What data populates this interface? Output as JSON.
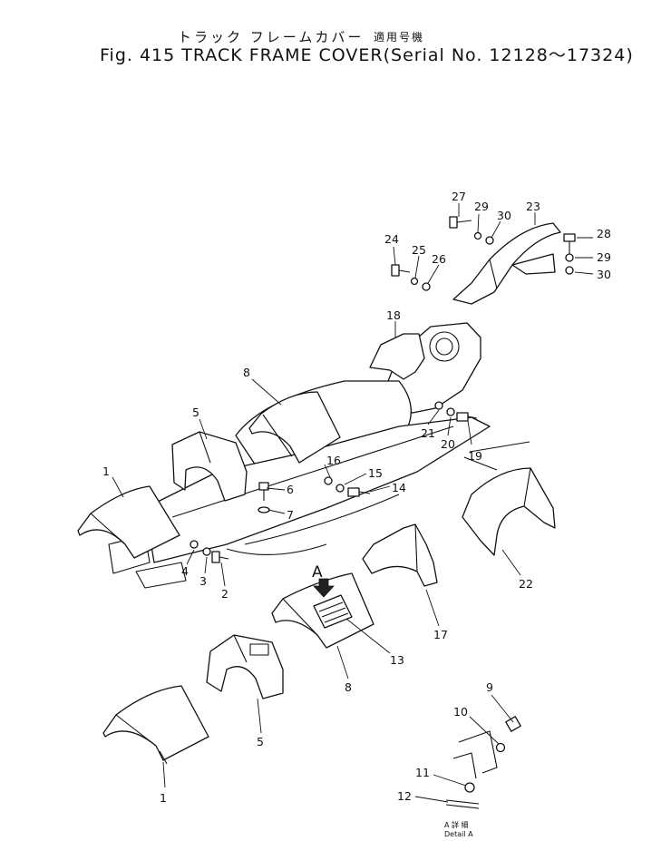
{
  "title": {
    "jp": "トラック フレームカバー",
    "jp_serial": "適用号機",
    "fig": "Fig. 415 TRACK FRAME COVER",
    "serial": "Serial No. 12128～17324"
  },
  "callouts": [
    {
      "id": "c1a",
      "text": "1"
    },
    {
      "id": "c1b",
      "text": "1"
    },
    {
      "id": "c2",
      "text": "2"
    },
    {
      "id": "c3",
      "text": "3"
    },
    {
      "id": "c4",
      "text": "4"
    },
    {
      "id": "c5a",
      "text": "5"
    },
    {
      "id": "c5b",
      "text": "5"
    },
    {
      "id": "c6",
      "text": "6"
    },
    {
      "id": "c7",
      "text": "7"
    },
    {
      "id": "c8a",
      "text": "8"
    },
    {
      "id": "c8b",
      "text": "8"
    },
    {
      "id": "c9",
      "text": "9"
    },
    {
      "id": "c10",
      "text": "10"
    },
    {
      "id": "c11",
      "text": "11"
    },
    {
      "id": "c12",
      "text": "12"
    },
    {
      "id": "c13",
      "text": "13"
    },
    {
      "id": "c14",
      "text": "14"
    },
    {
      "id": "c15",
      "text": "15"
    },
    {
      "id": "c16",
      "text": "16"
    },
    {
      "id": "c17",
      "text": "17"
    },
    {
      "id": "c18",
      "text": "18"
    },
    {
      "id": "c19",
      "text": "19"
    },
    {
      "id": "c20",
      "text": "20"
    },
    {
      "id": "c21",
      "text": "21"
    },
    {
      "id": "c22",
      "text": "22"
    },
    {
      "id": "c23",
      "text": "23"
    },
    {
      "id": "c24",
      "text": "24"
    },
    {
      "id": "c25",
      "text": "25"
    },
    {
      "id": "c26",
      "text": "26"
    },
    {
      "id": "c27",
      "text": "27"
    },
    {
      "id": "c28",
      "text": "28"
    },
    {
      "id": "c29a",
      "text": "29"
    },
    {
      "id": "c29b",
      "text": "29"
    },
    {
      "id": "c30a",
      "text": "30"
    },
    {
      "id": "c30b",
      "text": "30"
    }
  ],
  "detail_marker": "A",
  "detail_label_jp": "A 詳 細",
  "detail_label_en": "Detail A"
}
